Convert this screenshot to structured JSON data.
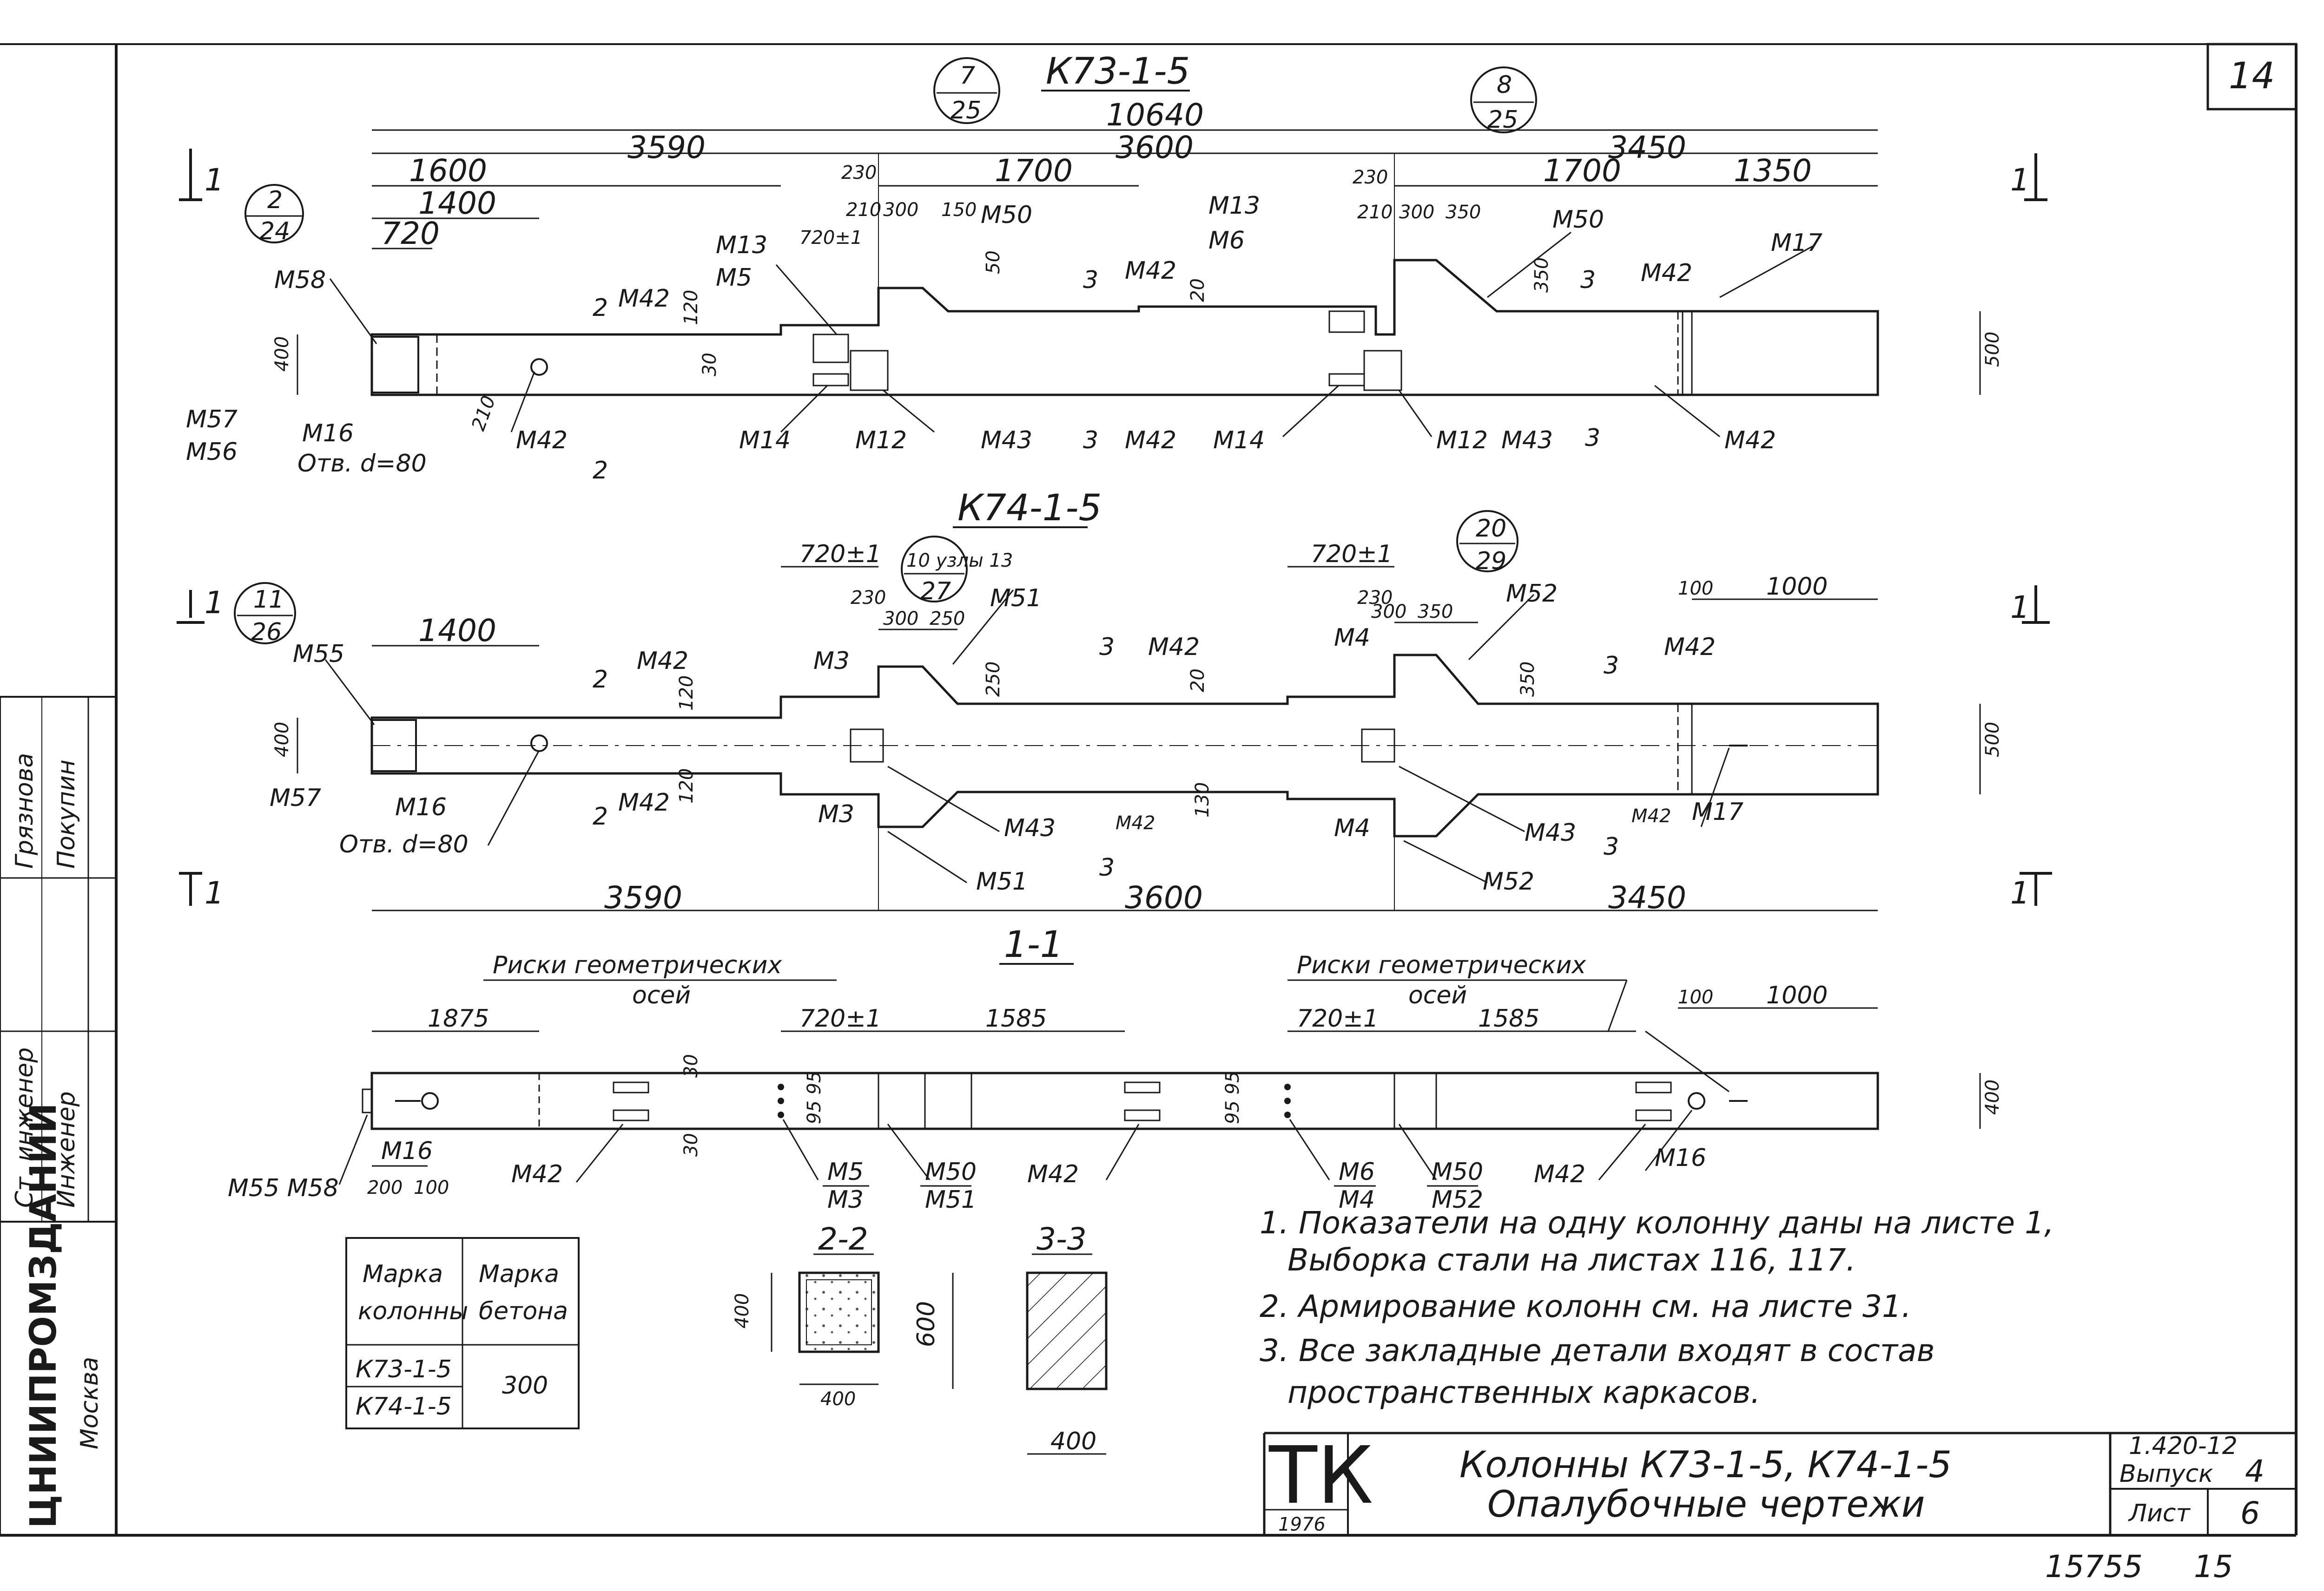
{
  "sheet": {
    "corner_number": "14",
    "footer_code": "15755",
    "footer_page": "15"
  },
  "titles": {
    "k73": "К73-1-5",
    "k74": "К74-1-5",
    "section_1_1": "1-1",
    "section_2_2": "2-2",
    "section_3_3": "3-3"
  },
  "callouts": {
    "c7_25": {
      "top": "7",
      "bottom": "25"
    },
    "c8_25": {
      "top": "8",
      "bottom": "25"
    },
    "c2_24": {
      "top": "2",
      "bottom": "24"
    },
    "c11_26": {
      "top": "11",
      "bottom": "26"
    },
    "c10_27": {
      "top": "10 узлы 13",
      "bottom": "27"
    },
    "c20_29": {
      "top": "20",
      "bottom": "29"
    }
  },
  "section_marks": {
    "one": "1",
    "two": "2",
    "three": "3"
  },
  "dims_k73": {
    "overall": "10640",
    "seg1": "3590",
    "seg2": "3600",
    "seg3": "3450",
    "d1600": "1600",
    "d1400": "1400",
    "d720": "720",
    "d230a": "230",
    "d210a": "210",
    "d300a": "300",
    "d150": "150",
    "d720pm": "720±1",
    "d1700a": "1700",
    "d230b": "230",
    "d210b": "210",
    "d300b": "300",
    "d350": "350",
    "d1700b": "1700",
    "d1350": "1350",
    "h400": "400",
    "h500": "500",
    "h120": "120",
    "h30": "30",
    "h50": "50",
    "h20": "20",
    "h350": "350",
    "h210": "210"
  },
  "labels_k73": {
    "M58": "М58",
    "M57": "М57",
    "M56": "М56",
    "M16": "М16",
    "hole": "Отв. d=80",
    "M13a": "М13",
    "M5": "М5",
    "M42a": "М42",
    "M50a": "М50",
    "M42b": "М42",
    "M13b": "М13",
    "M6": "М6",
    "M50b": "М50",
    "M42c": "М42",
    "M17": "М17",
    "M42d": "М42",
    "M14a": "М14",
    "M12a": "М12",
    "M43a": "М43",
    "M42e": "М42",
    "M14b": "М14",
    "M12b": "М12",
    "M43b": "М43",
    "M42f": "М42"
  },
  "dims_k74": {
    "d1400": "1400",
    "d720a": "720±1",
    "d230a": "230",
    "d300a": "300",
    "d250a": "250",
    "d720b": "720±1",
    "d230b": "230",
    "d300b": "300",
    "d350": "350",
    "d100": "100",
    "d1000": "1000",
    "seg1": "3590",
    "seg2": "3600",
    "seg3": "3450",
    "h400": "400",
    "h500": "500",
    "h120a": "120",
    "h120b": "120",
    "h250": "250",
    "h20": "20",
    "h350": "350",
    "h130": "130"
  },
  "labels_k74": {
    "M55": "М55",
    "M57": "М57",
    "M16": "М16",
    "hole": "Отв. d=80",
    "M42a": "М42",
    "M42b": "М42",
    "M3a": "М3",
    "M3b": "М3",
    "M51a": "М51",
    "M51b": "М51",
    "M42c": "М42",
    "M42d": "М42",
    "M43a": "М43",
    "M4a": "М4",
    "M4b": "М4",
    "M52a": "М52",
    "M52b": "М52",
    "M43b": "М43",
    "M42e": "М42",
    "M42f": "М42",
    "M17": "М17"
  },
  "section_1_1": {
    "risk_label_1": "Риски геометрических",
    "risk_label_1b": "осей",
    "risk_label_2": "Риски геометрических",
    "risk_label_2b": "осей",
    "d1875": "1875",
    "d720a": "720±1",
    "d1585a": "1585",
    "d720b": "720±1",
    "d1585b": "1585",
    "d100": "100",
    "d1000": "1000",
    "d200": "200",
    "d100b": "100",
    "h400": "400",
    "h30a": "30",
    "h30b": "30",
    "d95a": "95 95",
    "d95b": "95 95",
    "M55M58": "М55 М58",
    "M16a": "М16",
    "M42a": "М42",
    "M5": "М5",
    "M3": "М3",
    "M50a": "М50",
    "M51": "М51",
    "M42b": "М42",
    "M6": "М6",
    "M4": "М4",
    "M50b": "М50",
    "M52": "М52",
    "M42c": "М42",
    "M16b": "М16"
  },
  "sections_small": {
    "s22_h": "400",
    "s22_w": "400",
    "s33_h": "600",
    "s33_w": "400"
  },
  "concrete_table": {
    "headers": [
      "Марка колонны",
      "Марка бетона"
    ],
    "col_marks": [
      "К73-1-5",
      "К74-1-5"
    ],
    "concrete": "300"
  },
  "notes": [
    "1. Показатели на одну колонну даны на листе 1,",
    "Выборка стали на листах 116, 117.",
    "2. Армирование колонн см. на листе 31.",
    "3. Все закладные детали входят в состав",
    "пространственных каркасов."
  ],
  "left_margin": {
    "org": "ЦНИИПРОМЗДАНИЙ",
    "city": "Москва",
    "role1": "Ст. инженер",
    "role2": "Инженер",
    "name1": "Грязнова",
    "name2": "Покупин"
  },
  "title_block": {
    "logo": "ТК",
    "year": "1976",
    "title_line1": "Колонны К73-1-5, К74-1-5",
    "title_line2": "Опалубочные чертежи",
    "series": "1.420-12",
    "issue_label": "Выпуск",
    "issue_no": "4",
    "sheet_label": "Лист",
    "sheet_no": "6"
  }
}
